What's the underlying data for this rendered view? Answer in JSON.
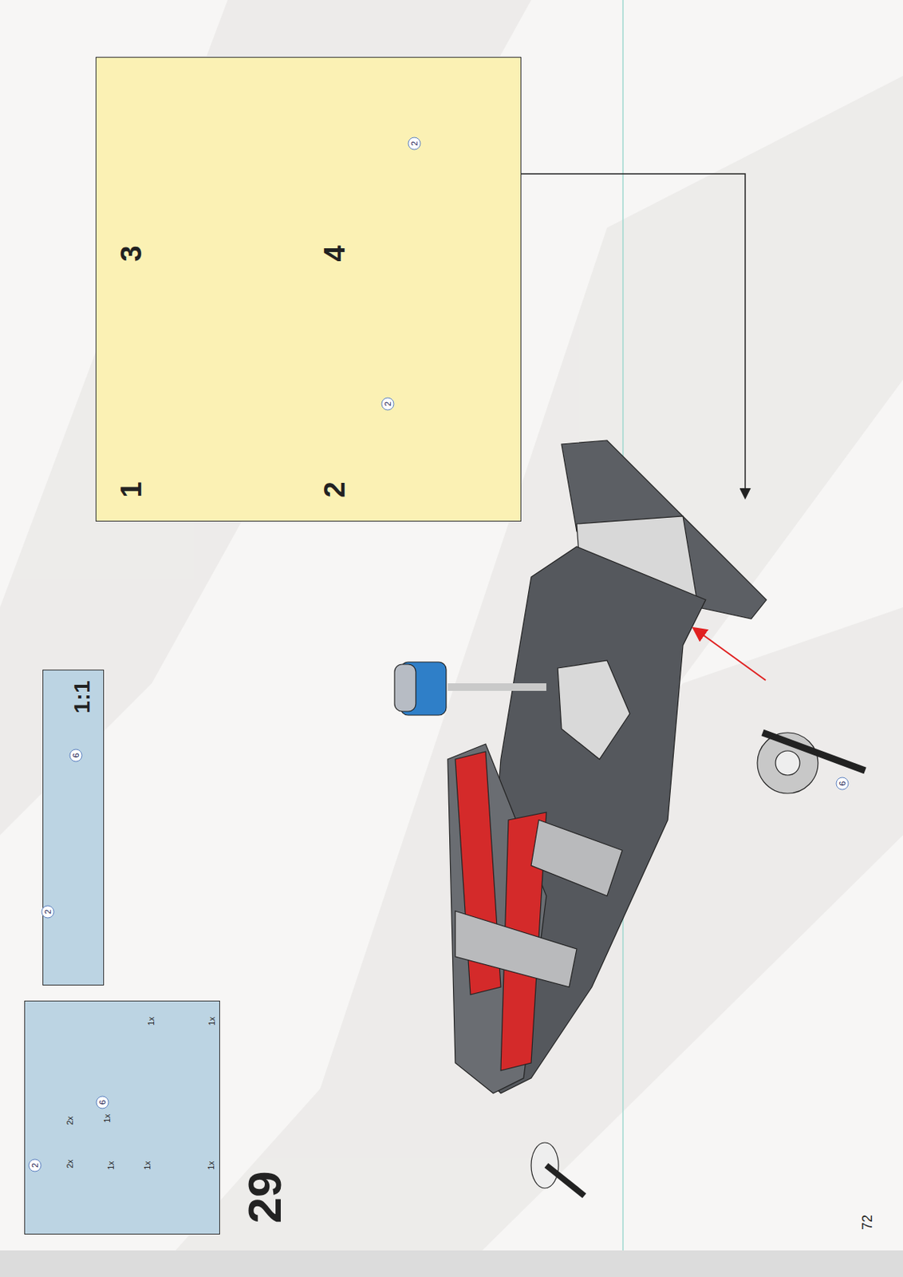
{
  "diagram": {
    "nodes": [
      {
        "text": [
          "2",
          "2x",
          "1x",
          "1x",
          "1x",
          "2x",
          "1x",
          "6",
          "1x",
          "1x"
        ]
      },
      {
        "text": [
          "2",
          "6",
          "1:1"
        ]
      },
      {
        "text": [
          "1",
          "2",
          "3",
          "4",
          "2",
          "2"
        ]
      }
    ],
    "labels": [
      "29",
      "6",
      "72"
    ]
  }
}
